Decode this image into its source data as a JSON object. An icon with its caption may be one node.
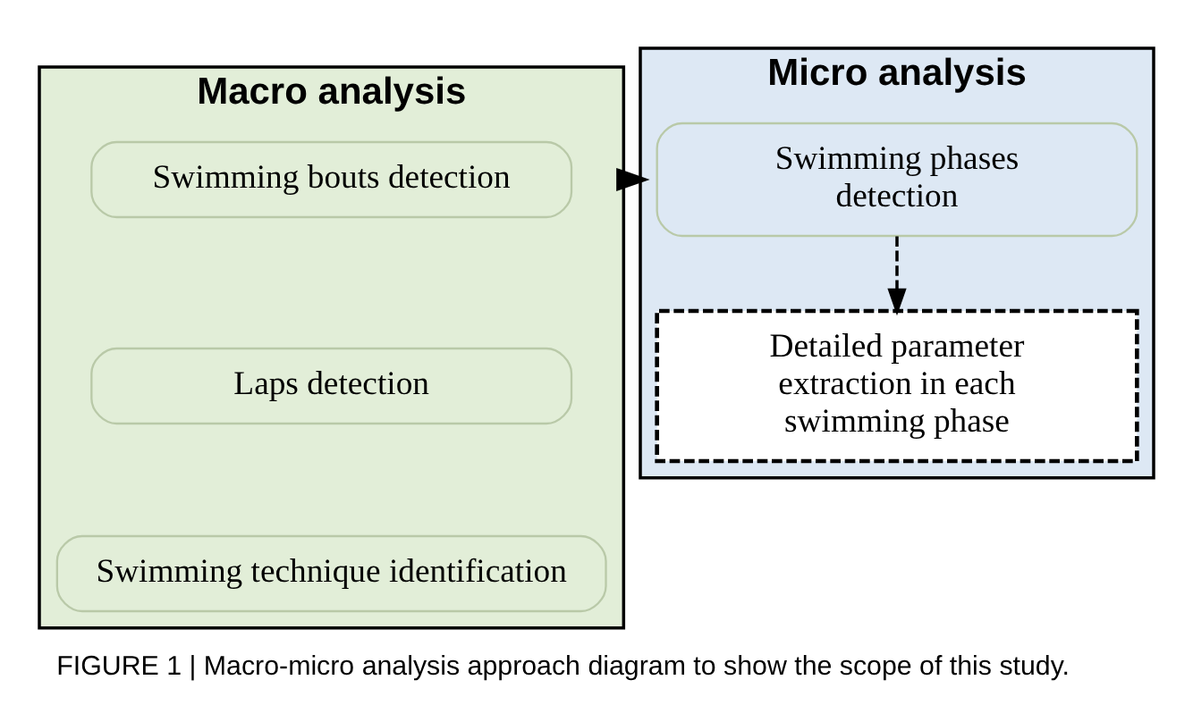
{
  "diagram": {
    "caption": "FIGURE 1 | Macro-micro analysis approach diagram to show the scope of this study.",
    "nodes": [
      {
        "text": [
          "Macro analysis"
        ]
      },
      {
        "text": [
          "Swimming bouts detection"
        ],
        "in": 0
      },
      {
        "text": [
          "Laps detection"
        ],
        "in": 0
      },
      {
        "text": [
          "Swimming technique identification"
        ],
        "in": 0
      },
      {
        "text": [
          "Micro analysis"
        ]
      },
      {
        "text": [
          "Swimming phases detection"
        ],
        "in": 4
      },
      {
        "text": [
          "Detailed parameter extraction in each swimming phase"
        ],
        "in": 4
      }
    ],
    "edges": [
      {
        "from": 0,
        "to": 4,
        "arrow": "to",
        "style": "thick"
      },
      {
        "from": 5,
        "to": 6,
        "arrow": "to",
        "style": "dashed"
      }
    ]
  }
}
